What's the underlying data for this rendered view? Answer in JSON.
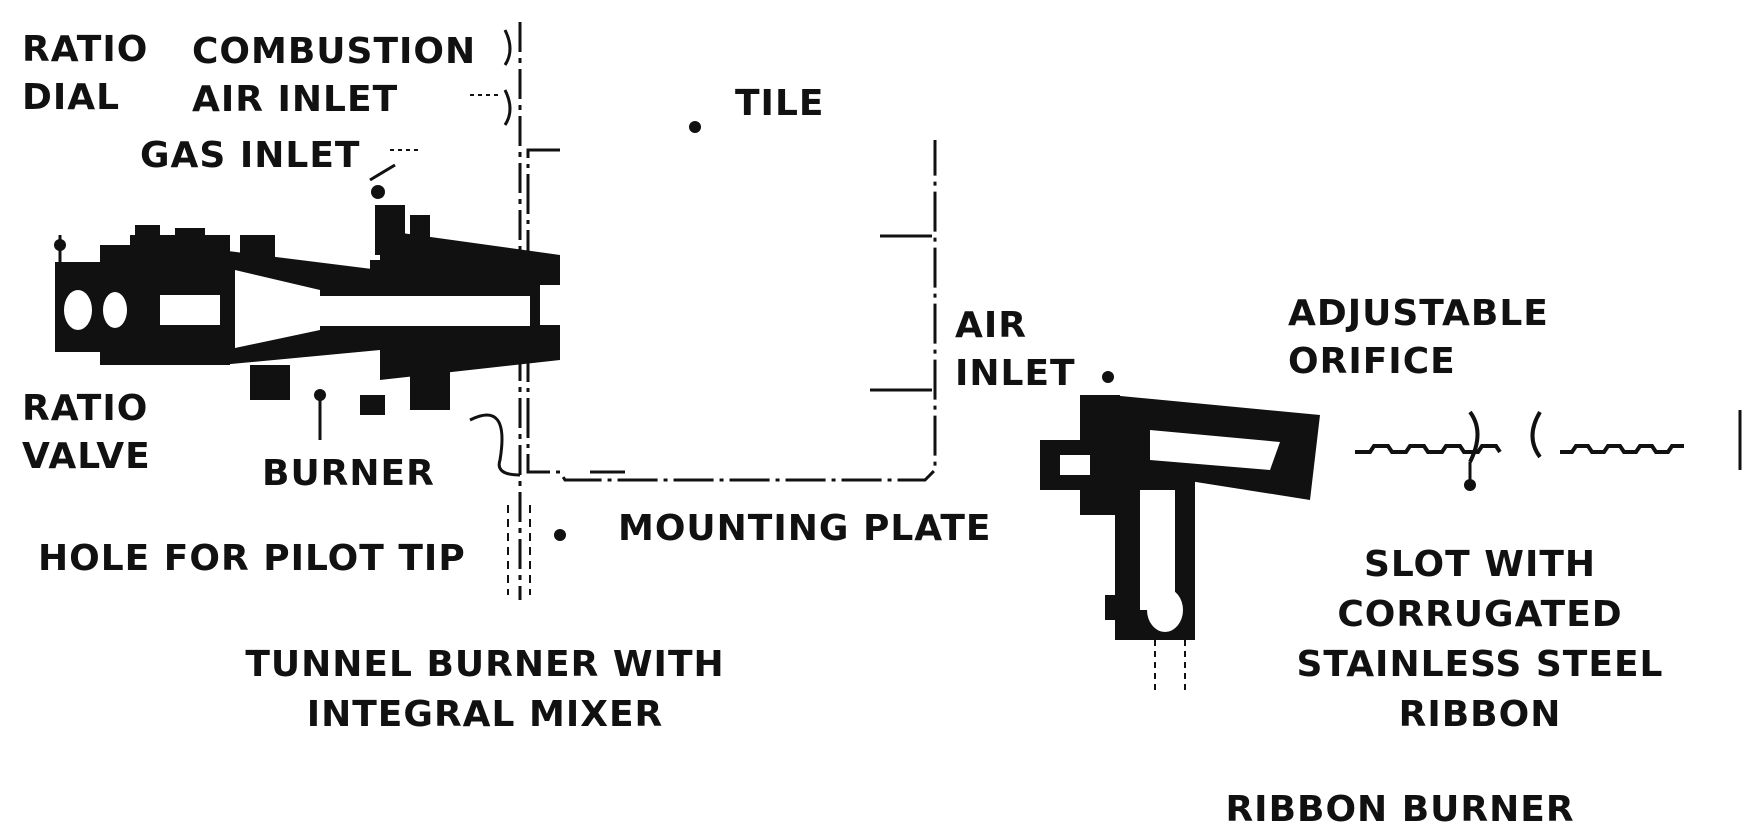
{
  "tunnel_burner": {
    "caption": [
      "TUNNEL BURNER WITH",
      "INTEGRAL MIXER"
    ],
    "labels": {
      "ratio_dial": [
        "RATIO",
        "DIAL"
      ],
      "combustion_air_inlet": [
        "COMBUSTION",
        "AIR INLET"
      ],
      "gas_inlet": "GAS INLET",
      "tile": "TILE",
      "ratio_valve": [
        "RATIO",
        "VALVE"
      ],
      "burner": "BURNER",
      "hole_for_pilot_tip": "HOLE FOR PILOT TIP",
      "mounting_plate": "MOUNTING PLATE"
    }
  },
  "ribbon_burner": {
    "caption": "RIBBON BURNER",
    "labels": {
      "air_inlet": [
        "AIR",
        "INLET"
      ],
      "adjustable_orifice": [
        "ADJUSTABLE",
        "ORIFICE"
      ],
      "slot_ribbon": [
        "SLOT WITH",
        "CORRUGATED",
        "STAINLESS STEEL",
        "RIBBON"
      ]
    }
  }
}
